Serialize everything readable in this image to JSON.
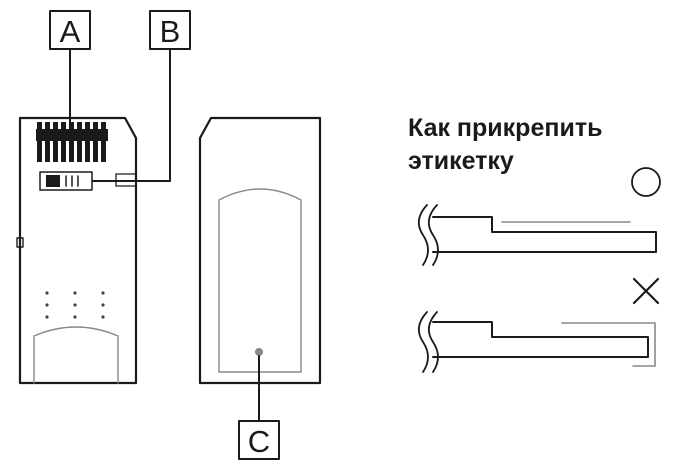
{
  "callouts": {
    "a": "A",
    "b": "B",
    "c": "C"
  },
  "label_instructions": {
    "heading_line1": "Как прикрепить",
    "heading_line2": "этикетку",
    "correct_symbol": "circle",
    "wrong_symbol": "cross"
  },
  "colors": {
    "line": "#1a1a1a",
    "inner_detail": "#888888",
    "background": "#ffffff"
  }
}
